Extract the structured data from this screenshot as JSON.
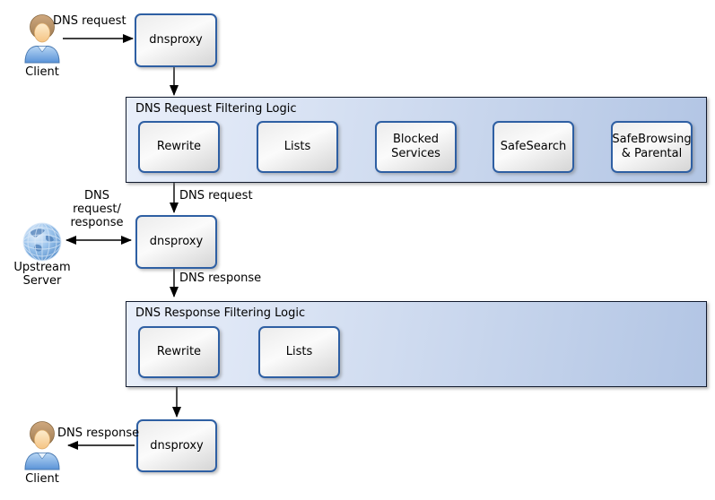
{
  "diagram": {
    "nodes": {
      "client_top": {
        "label": "Client"
      },
      "dnsproxy_top": {
        "label": "dnsproxy"
      },
      "dnsproxy_mid": {
        "label": "dnsproxy"
      },
      "upstream_server": {
        "label": "Upstream Server"
      },
      "dnsproxy_bottom": {
        "label": "dnsproxy"
      },
      "client_bottom": {
        "label": "Client"
      }
    },
    "containers": {
      "request_filtering": {
        "title": "DNS Request Filtering Logic",
        "steps": [
          "Rewrite",
          "Lists",
          "Blocked Services",
          "SafeSearch",
          "SafeBrowsing & Parental"
        ]
      },
      "response_filtering": {
        "title": "DNS Response Filtering Logic",
        "steps": [
          "Rewrite",
          "Lists"
        ]
      }
    },
    "edge_labels": {
      "client_request": "DNS request",
      "filtered_request": "DNS request",
      "upstream_exchange": "DNS\nrequest/\nresponse",
      "proxy_response": "DNS response",
      "client_response": "DNS response"
    },
    "colors": {
      "node_border": "#2e5fa3",
      "node_fill_light": "#fbfbfb",
      "node_fill_dark": "#d5d5d5",
      "container_fill_left": "#e9effa",
      "container_fill_right": "#b2c5e4",
      "container_border": "#121b2e",
      "arrow": "#000000",
      "globe_blue": "#4e88c6",
      "person_shirt": "#5a93d8",
      "person_hair": "#9d7a50"
    }
  }
}
